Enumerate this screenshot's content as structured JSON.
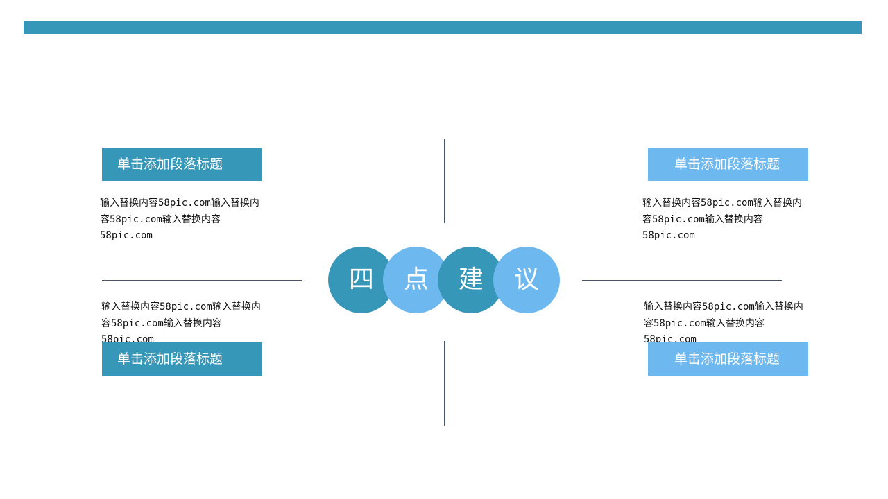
{
  "colors": {
    "dark": "#3797b8",
    "light": "#6eb8f0",
    "line": "#44546a"
  },
  "center": {
    "chars": [
      "四",
      "点",
      "建",
      "议"
    ]
  },
  "blocks": [
    {
      "title": "单击添加段落标题",
      "body": "输入替换内容58pic.com输入替换内容58pic.com输入替换内容58pic.com"
    },
    {
      "title": "单击添加段落标题",
      "body": "输入替换内容58pic.com输入替换内容58pic.com输入替换内容58pic.com"
    },
    {
      "title": "单击添加段落标题",
      "body": "输入替换内容58pic.com输入替换内容58pic.com输入替换内容58pic.com"
    },
    {
      "title": "单击添加段落标题",
      "body": "输入替换内容58pic.com输入替换内容58pic.com输入替换内容58pic.com"
    }
  ]
}
